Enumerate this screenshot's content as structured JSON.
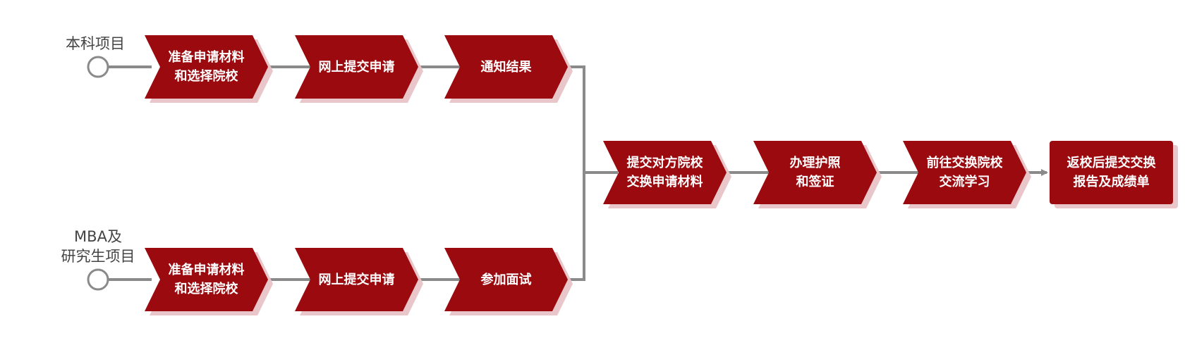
{
  "colors": {
    "step_fill": "#9b0a0f",
    "step_shadow": "#e9c6c9",
    "connector": "#8a8a8a",
    "node_stroke": "#8a8a8a"
  },
  "tracks": {
    "undergrad": {
      "label": "本科项目",
      "steps": [
        {
          "line1": "准备申请材料",
          "line2": "和选择院校"
        },
        {
          "line1": "网上提交申请",
          "line2": ""
        },
        {
          "line1": "通知结果",
          "line2": ""
        }
      ]
    },
    "graduate": {
      "label_line1": "MBA及",
      "label_line2": "研究生项目",
      "steps": [
        {
          "line1": "准备申请材料",
          "line2": "和选择院校"
        },
        {
          "line1": "网上提交申请",
          "line2": ""
        },
        {
          "line1": "参加面试",
          "line2": ""
        }
      ]
    }
  },
  "common_steps": [
    {
      "line1": "提交对方院校",
      "line2": "交换申请材料"
    },
    {
      "line1": "办理护照",
      "line2": "和签证"
    },
    {
      "line1": "前往交换院校",
      "line2": "交流学习"
    },
    {
      "line1": "返校后提交交换",
      "line2": "报告及成绩单"
    }
  ]
}
